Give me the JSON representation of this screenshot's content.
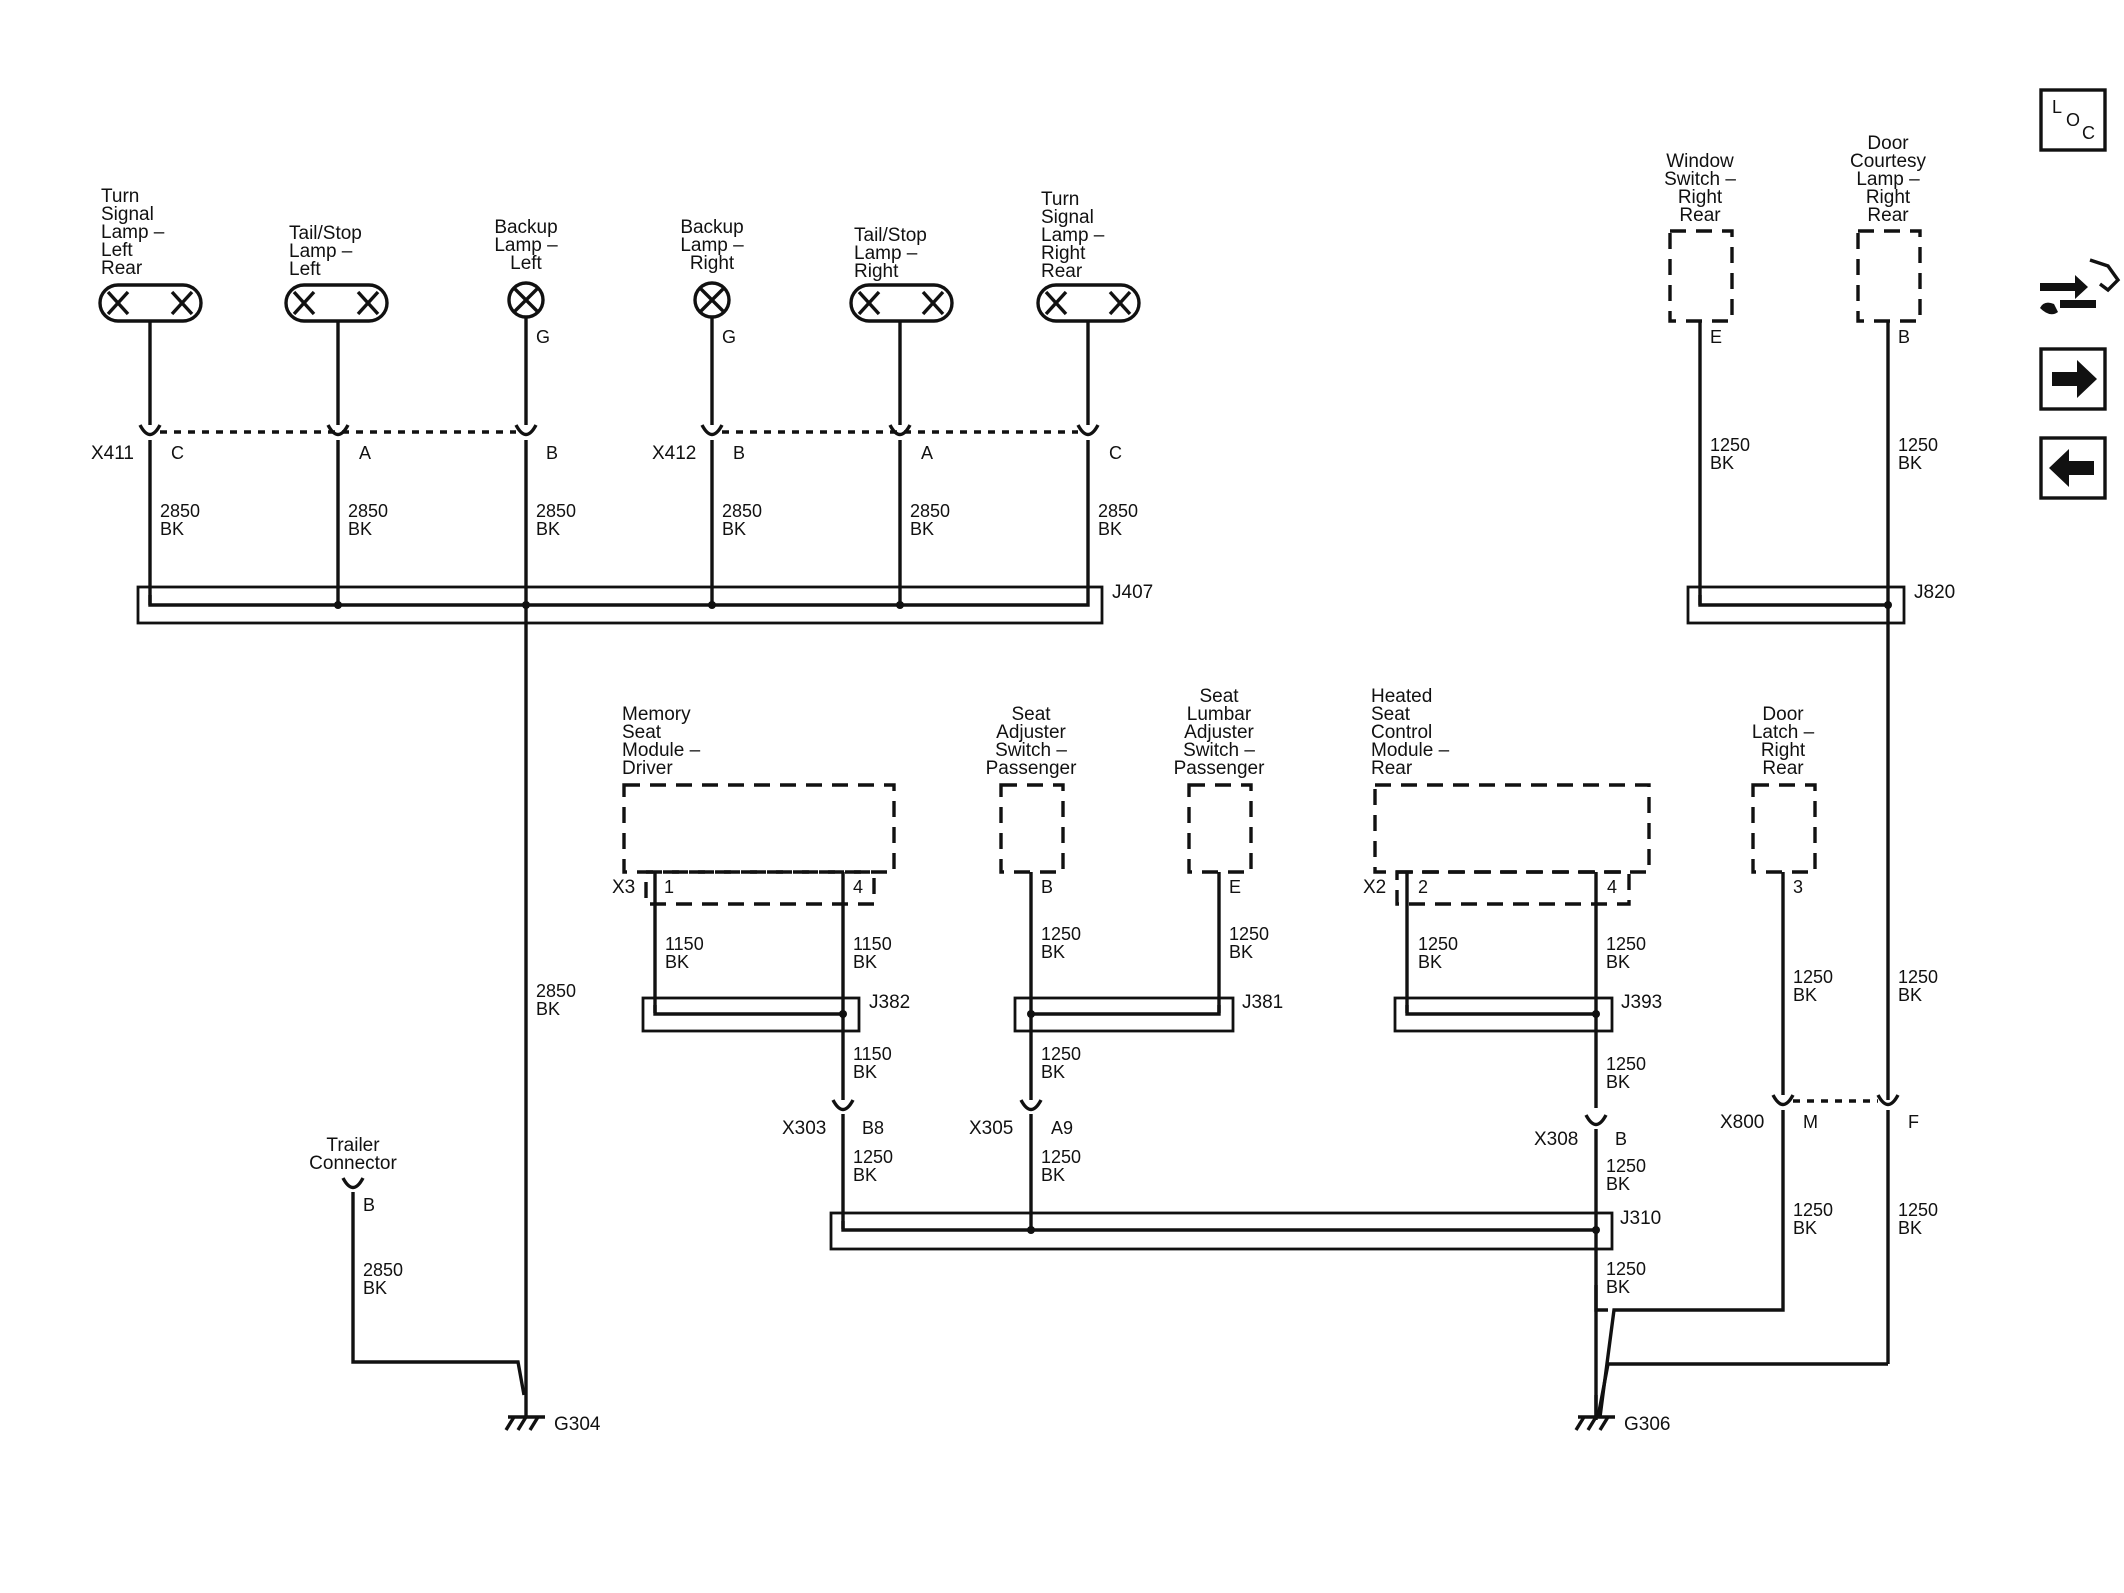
{
  "components": {
    "turn_left": [
      "Turn",
      "Signal",
      "Lamp –",
      "Left",
      "Rear"
    ],
    "tailstop_left": [
      "Tail/Stop",
      "Lamp –",
      "Left"
    ],
    "backup_left": [
      "Backup",
      "Lamp –",
      "Left"
    ],
    "backup_right": [
      "Backup",
      "Lamp –",
      "Right"
    ],
    "tailstop_right": [
      "Tail/Stop",
      "Lamp –",
      "Right"
    ],
    "turn_right": [
      "Turn",
      "Signal",
      "Lamp –",
      "Right",
      "Rear"
    ],
    "window_switch": [
      "Window",
      "Switch –",
      "Right",
      "Rear"
    ],
    "door_courtesy": [
      "Door",
      "Courtesy",
      "Lamp –",
      "Right",
      "Rear"
    ],
    "memory_seat": [
      "Memory",
      "Seat",
      "Module –",
      "Driver"
    ],
    "seat_adjuster": [
      "Seat",
      "Adjuster",
      "Switch –",
      "Passenger"
    ],
    "seat_lumbar": [
      "Seat",
      "Lumbar",
      "Adjuster",
      "Switch –",
      "Passenger"
    ],
    "heated_seat": [
      "Heated",
      "Seat",
      "Control",
      "Module –",
      "Rear"
    ],
    "door_latch": [
      "Door",
      "Latch –",
      "Right",
      "Rear"
    ],
    "trailer": [
      "Trailer",
      "Connector"
    ]
  },
  "connectors": {
    "x411": "X411",
    "x412": "X412",
    "x3": "X3",
    "x2": "X2",
    "x303": "X303",
    "x305": "X305",
    "x308": "X308",
    "x800": "X800"
  },
  "splices": {
    "j407": "J407",
    "j820": "J820",
    "j382": "J382",
    "j381": "J381",
    "j393": "J393",
    "j310": "J310"
  },
  "grounds": {
    "g304": "G304",
    "g306": "G306"
  },
  "pins": {
    "lamp_backup_left": "G",
    "lamp_backup_right": "G",
    "x411_c": "C",
    "x411_a": "A",
    "x411_b": "B",
    "x412_b": "B",
    "x412_a": "A",
    "x412_c": "C",
    "window_e": "E",
    "courtesy_b": "B",
    "x3_1": "1",
    "x3_4": "4",
    "adjuster_b": "B",
    "lumbar_e": "E",
    "x2_2": "2",
    "x2_4": "4",
    "latch_3": "3",
    "x303_b8": "B8",
    "x305_a9": "A9",
    "x308_b": "B",
    "x800_m": "M",
    "x800_f": "F",
    "trailer_b": "B"
  },
  "wires": {
    "size_2850": "2850",
    "size_1250": "1250",
    "size_1150": "1150",
    "color_bk": "BK"
  },
  "nav": {
    "loc_l": "L",
    "loc_o": "O",
    "loc_c": "C"
  }
}
